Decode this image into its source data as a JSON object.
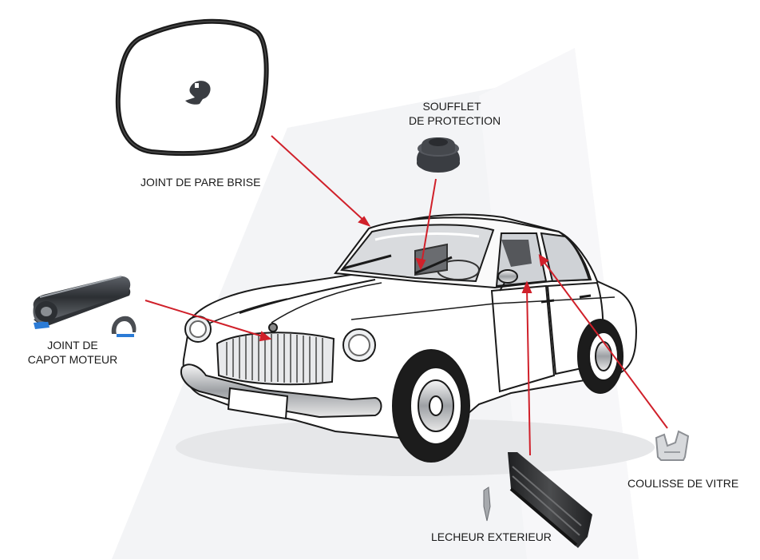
{
  "title": "",
  "colors": {
    "arrow": "#d0202a",
    "outline": "#1a1a1a",
    "rubber": "#3a3d42",
    "background_shade": "#f1f2f4"
  },
  "parts": {
    "windshield_seal": {
      "label": "JOINT DE PARE BRISE"
    },
    "protective_boot": {
      "label_line1": "SOUFFLET",
      "label_line2": "DE PROTECTION"
    },
    "hood_seal": {
      "label_line1": "JOINT DE",
      "label_line2": "CAPOT MOTEUR"
    },
    "window_channel": {
      "label": "COULISSE DE VITRE"
    },
    "outer_wiper_strip": {
      "label": "LECHEUR EXTERIEUR"
    }
  },
  "illustration": {
    "subject": "classic-sedan-car",
    "view": "front-three-quarter"
  }
}
